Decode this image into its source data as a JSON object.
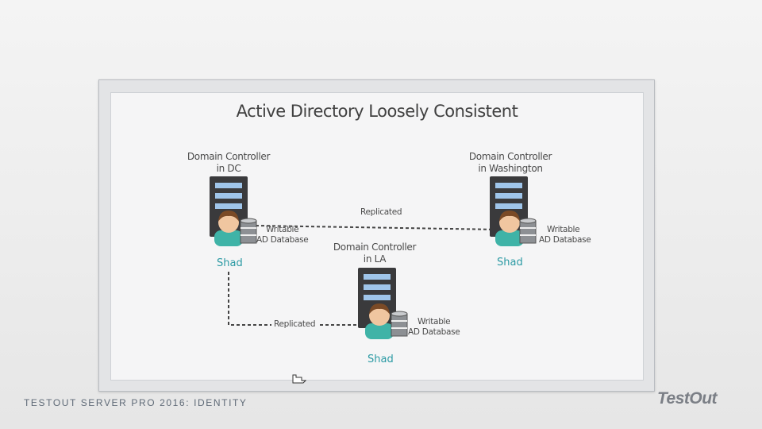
{
  "slide": {
    "title": "Active Directory Loosely Consistent",
    "nodes": [
      {
        "id": "dc",
        "line1": "Domain Controller",
        "line2": "in DC",
        "user": "Shad",
        "db_line1": "Writable",
        "db_line2": "AD Database"
      },
      {
        "id": "washington",
        "line1": "Domain Controller",
        "line2": "in Washington",
        "user": "Shad",
        "db_line1": "Writable",
        "db_line2": "AD Database"
      },
      {
        "id": "la",
        "line1": "Domain Controller",
        "line2": "in LA",
        "user": "Shad",
        "db_line1": "Writable",
        "db_line2": "AD Database"
      }
    ],
    "edges": [
      {
        "from": "dc",
        "to": "washington",
        "label": "Replicated"
      },
      {
        "from": "dc",
        "to": "la",
        "label": "Replicated"
      }
    ]
  },
  "footer": {
    "course": "TESTOUT SERVER PRO 2016: IDENTITY",
    "brand": "TestOut"
  },
  "colors": {
    "server": "#3a3a3c",
    "server_bar": "#9fc5ea",
    "user_name": "#2b9aa4",
    "person_body": "#3fb3a7",
    "person_hair": "#7a4a26",
    "person_skin": "#f0c6a0"
  },
  "icons": [
    "server-icon",
    "person-icon",
    "database-icon",
    "cursor-icon"
  ]
}
